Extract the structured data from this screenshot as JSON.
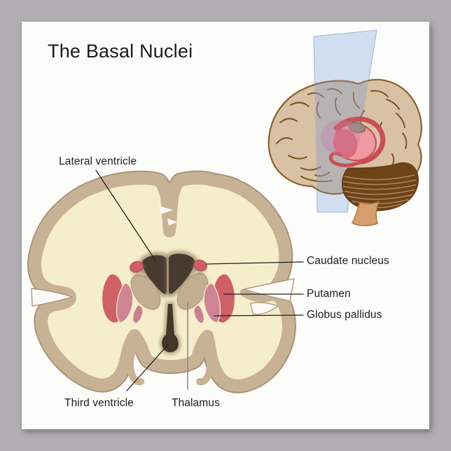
{
  "poster": {
    "title": "The Basal Nuclei",
    "labels": {
      "lateral_ventricle": "Lateral ventricle",
      "caudate_nucleus": "Caudate nucleus",
      "putamen": "Putamen",
      "globus_pallidus": "Globus pallidus",
      "third_ventricle": "Third ventricle",
      "thalamus": "Thalamus"
    }
  },
  "colors": {
    "wall_gray": "#b1afb1",
    "poster_white": "#fcfcfa",
    "cortex_tan": "#c8b295",
    "cortex_edge": "#ab9479",
    "interior_cream": "#f6edca",
    "ventricle_dark": "#483a2f",
    "ventricle_halo": "#8a745e",
    "nucleus_red": "#ce5f66",
    "globus_pink": "#cf8494",
    "thalamus_tan": "#c3ae92",
    "coronal_plane_blue": "#aec5e8",
    "inset_brain_tan": "#d8c2a3",
    "inset_sulci_brown": "#7b5226",
    "cerebellum_brown": "#6f4319",
    "brainstem_tan": "#d79f6d",
    "pointer_line_black": "#1f1f1f",
    "pointer_line_gray": "#8f8f8f",
    "label_text": "#1e1e1e"
  }
}
